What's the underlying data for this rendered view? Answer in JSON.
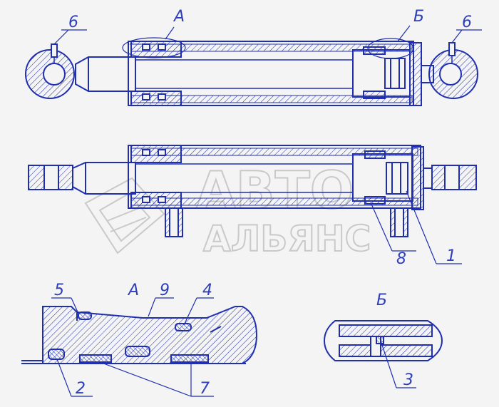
{
  "labels": {
    "pos1": "1",
    "pos2": "2",
    "pos3": "3",
    "pos4": "4",
    "pos5": "5",
    "pos6_left": "6",
    "pos6_right": "6",
    "pos7": "7",
    "pos8": "8",
    "pos9": "9",
    "view_a_top": "А",
    "view_b_top": "Б",
    "view_a_detail": "А",
    "view_b_detail": "Б"
  },
  "watermark": {
    "line1": "АВТО",
    "line2": "АЛЬЯНС"
  },
  "colors": {
    "line": "#1f2fb0",
    "label": "#2e3fb8",
    "watermark": "#c9c9c9",
    "background": "#f4f4f4"
  }
}
